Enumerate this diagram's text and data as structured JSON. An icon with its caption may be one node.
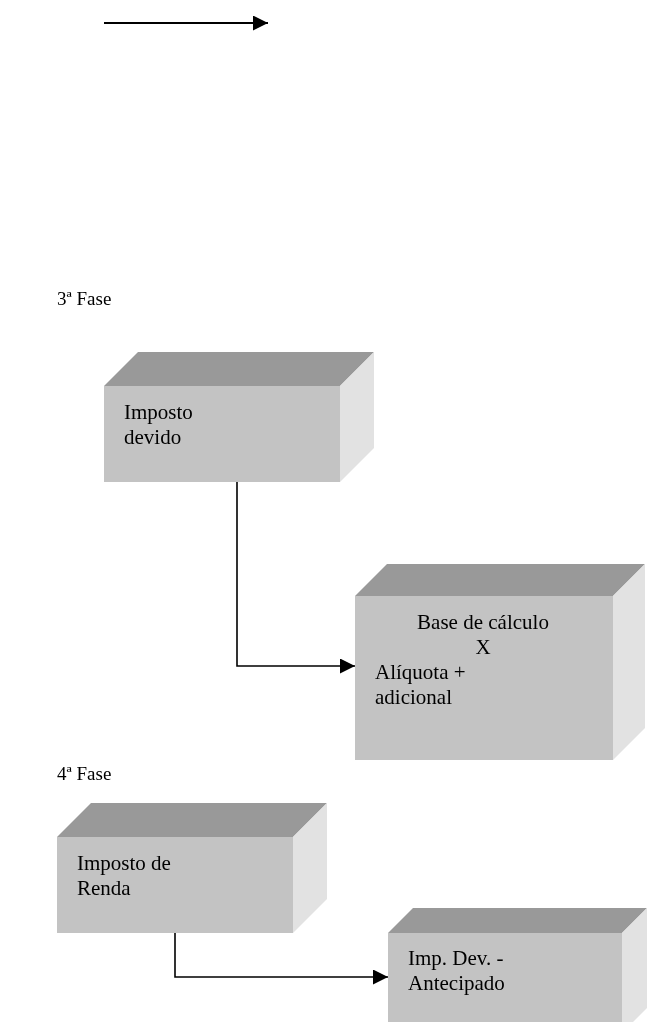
{
  "diagram": {
    "nodes": [
      {
        "text": [
          "Imposto devido"
        ]
      },
      {
        "text": [
          "Base de cálculo",
          "X",
          "Alíquota + adicional"
        ]
      },
      {
        "text": [
          "Imposto de Renda"
        ]
      },
      {
        "text": [
          "Imp. Dev. - Antecipado"
        ]
      }
    ],
    "edges": [
      {
        "from": 0,
        "to": 1,
        "arrow": "to"
      },
      {
        "from": 2,
        "to": 3,
        "arrow": "to"
      }
    ],
    "labels": [
      "3ª Fase",
      "4ª Fase"
    ]
  }
}
